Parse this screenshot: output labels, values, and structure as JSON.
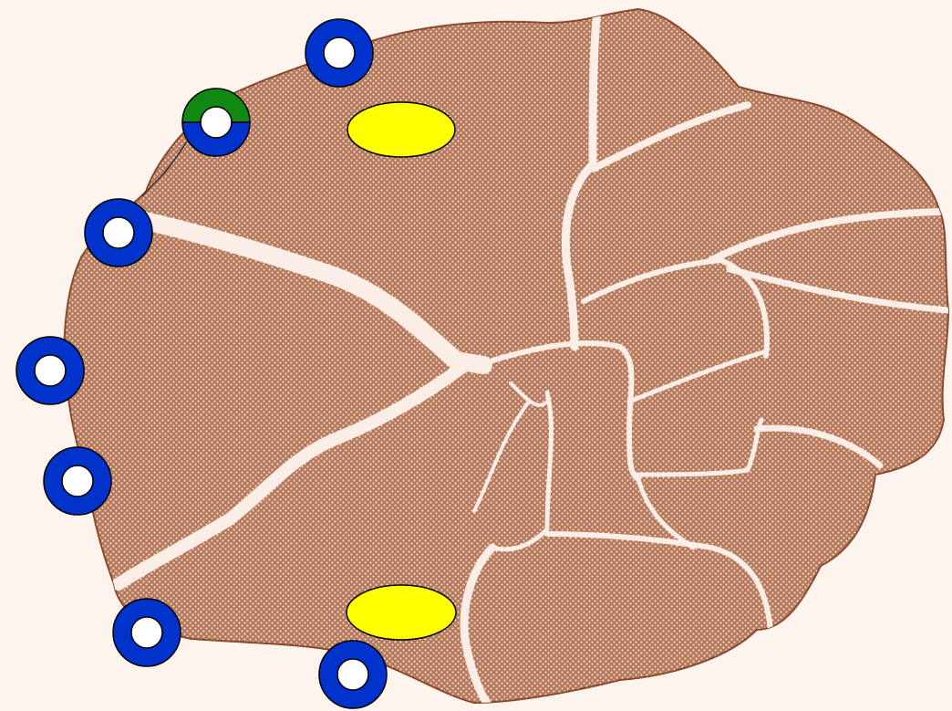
{
  "colors": {
    "background": "#fdf4ee",
    "region_fill": "#b5785a",
    "region_pattern_dot": "#f3dccd",
    "region_edge": "#8a4a2e",
    "river": "#fbeee6",
    "ring_blue": "#0033cc",
    "ring_green": "#118811",
    "ring_hole": "#ffffff",
    "marker_yellow": "#ffff00",
    "outline": "#000000"
  },
  "board": {
    "regions_count": 14,
    "pieces": [
      {
        "id": "ring-top",
        "type": "blue-ring",
        "interactable": true
      },
      {
        "id": "ring-split",
        "type": "split-ring",
        "colors": [
          "green",
          "blue"
        ],
        "interactable": true
      },
      {
        "id": "ring-left-1",
        "type": "blue-ring",
        "interactable": true
      },
      {
        "id": "ring-left-2",
        "type": "blue-ring",
        "interactable": true
      },
      {
        "id": "ring-left-3",
        "type": "blue-ring",
        "interactable": true
      },
      {
        "id": "ring-bottom-left",
        "type": "blue-ring",
        "interactable": true
      },
      {
        "id": "ring-bottom",
        "type": "blue-ring",
        "interactable": true
      }
    ],
    "markers": [
      {
        "id": "marker-top",
        "type": "yellow-oval"
      },
      {
        "id": "marker-bottom",
        "type": "yellow-oval"
      }
    ]
  }
}
